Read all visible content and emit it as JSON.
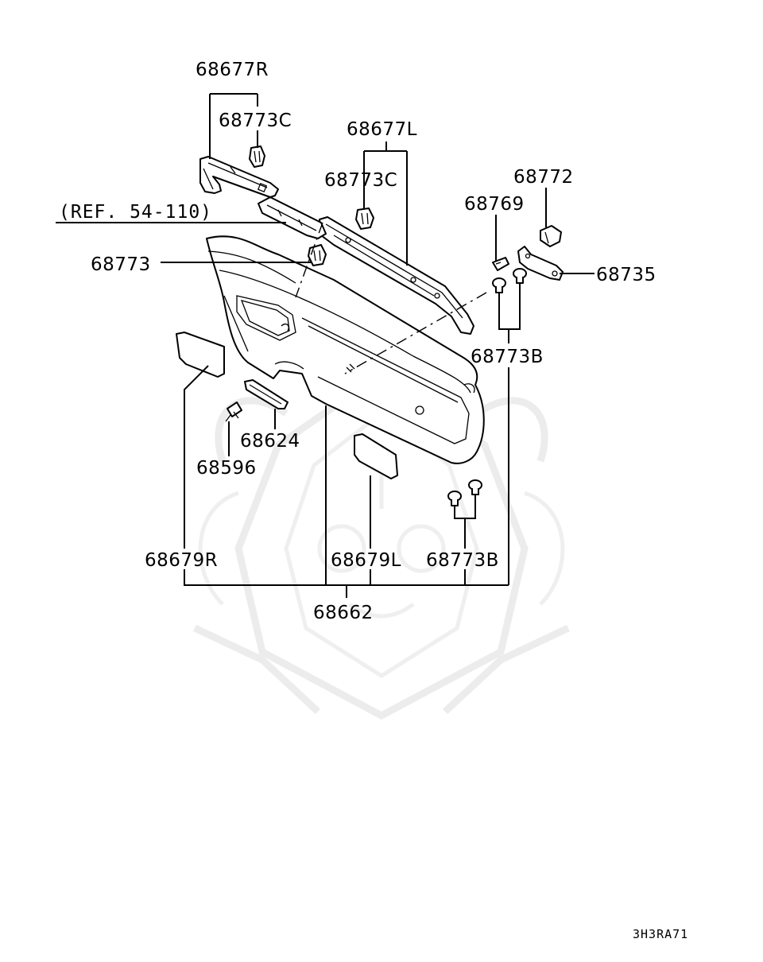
{
  "diagram": {
    "labels": {
      "p68677R": "68677R",
      "p68773C_r": "68773C",
      "p68677L": "68677L",
      "p68773C_l": "68773C",
      "p68772": "68772",
      "p68769": "68769",
      "ref": "(REF. 54-110)",
      "p68773": "68773",
      "p68735": "68735",
      "p68773B_top": "68773B",
      "p68624": "68624",
      "p68596": "68596",
      "p68679R": "68679R",
      "p68679L": "68679L",
      "p68773B_bot": "68773B",
      "p68662": "68662"
    },
    "drawing_code": "3H3RA71"
  },
  "colors": {
    "line": "#000000",
    "watermark": "#ececec",
    "background": "#ffffff"
  }
}
